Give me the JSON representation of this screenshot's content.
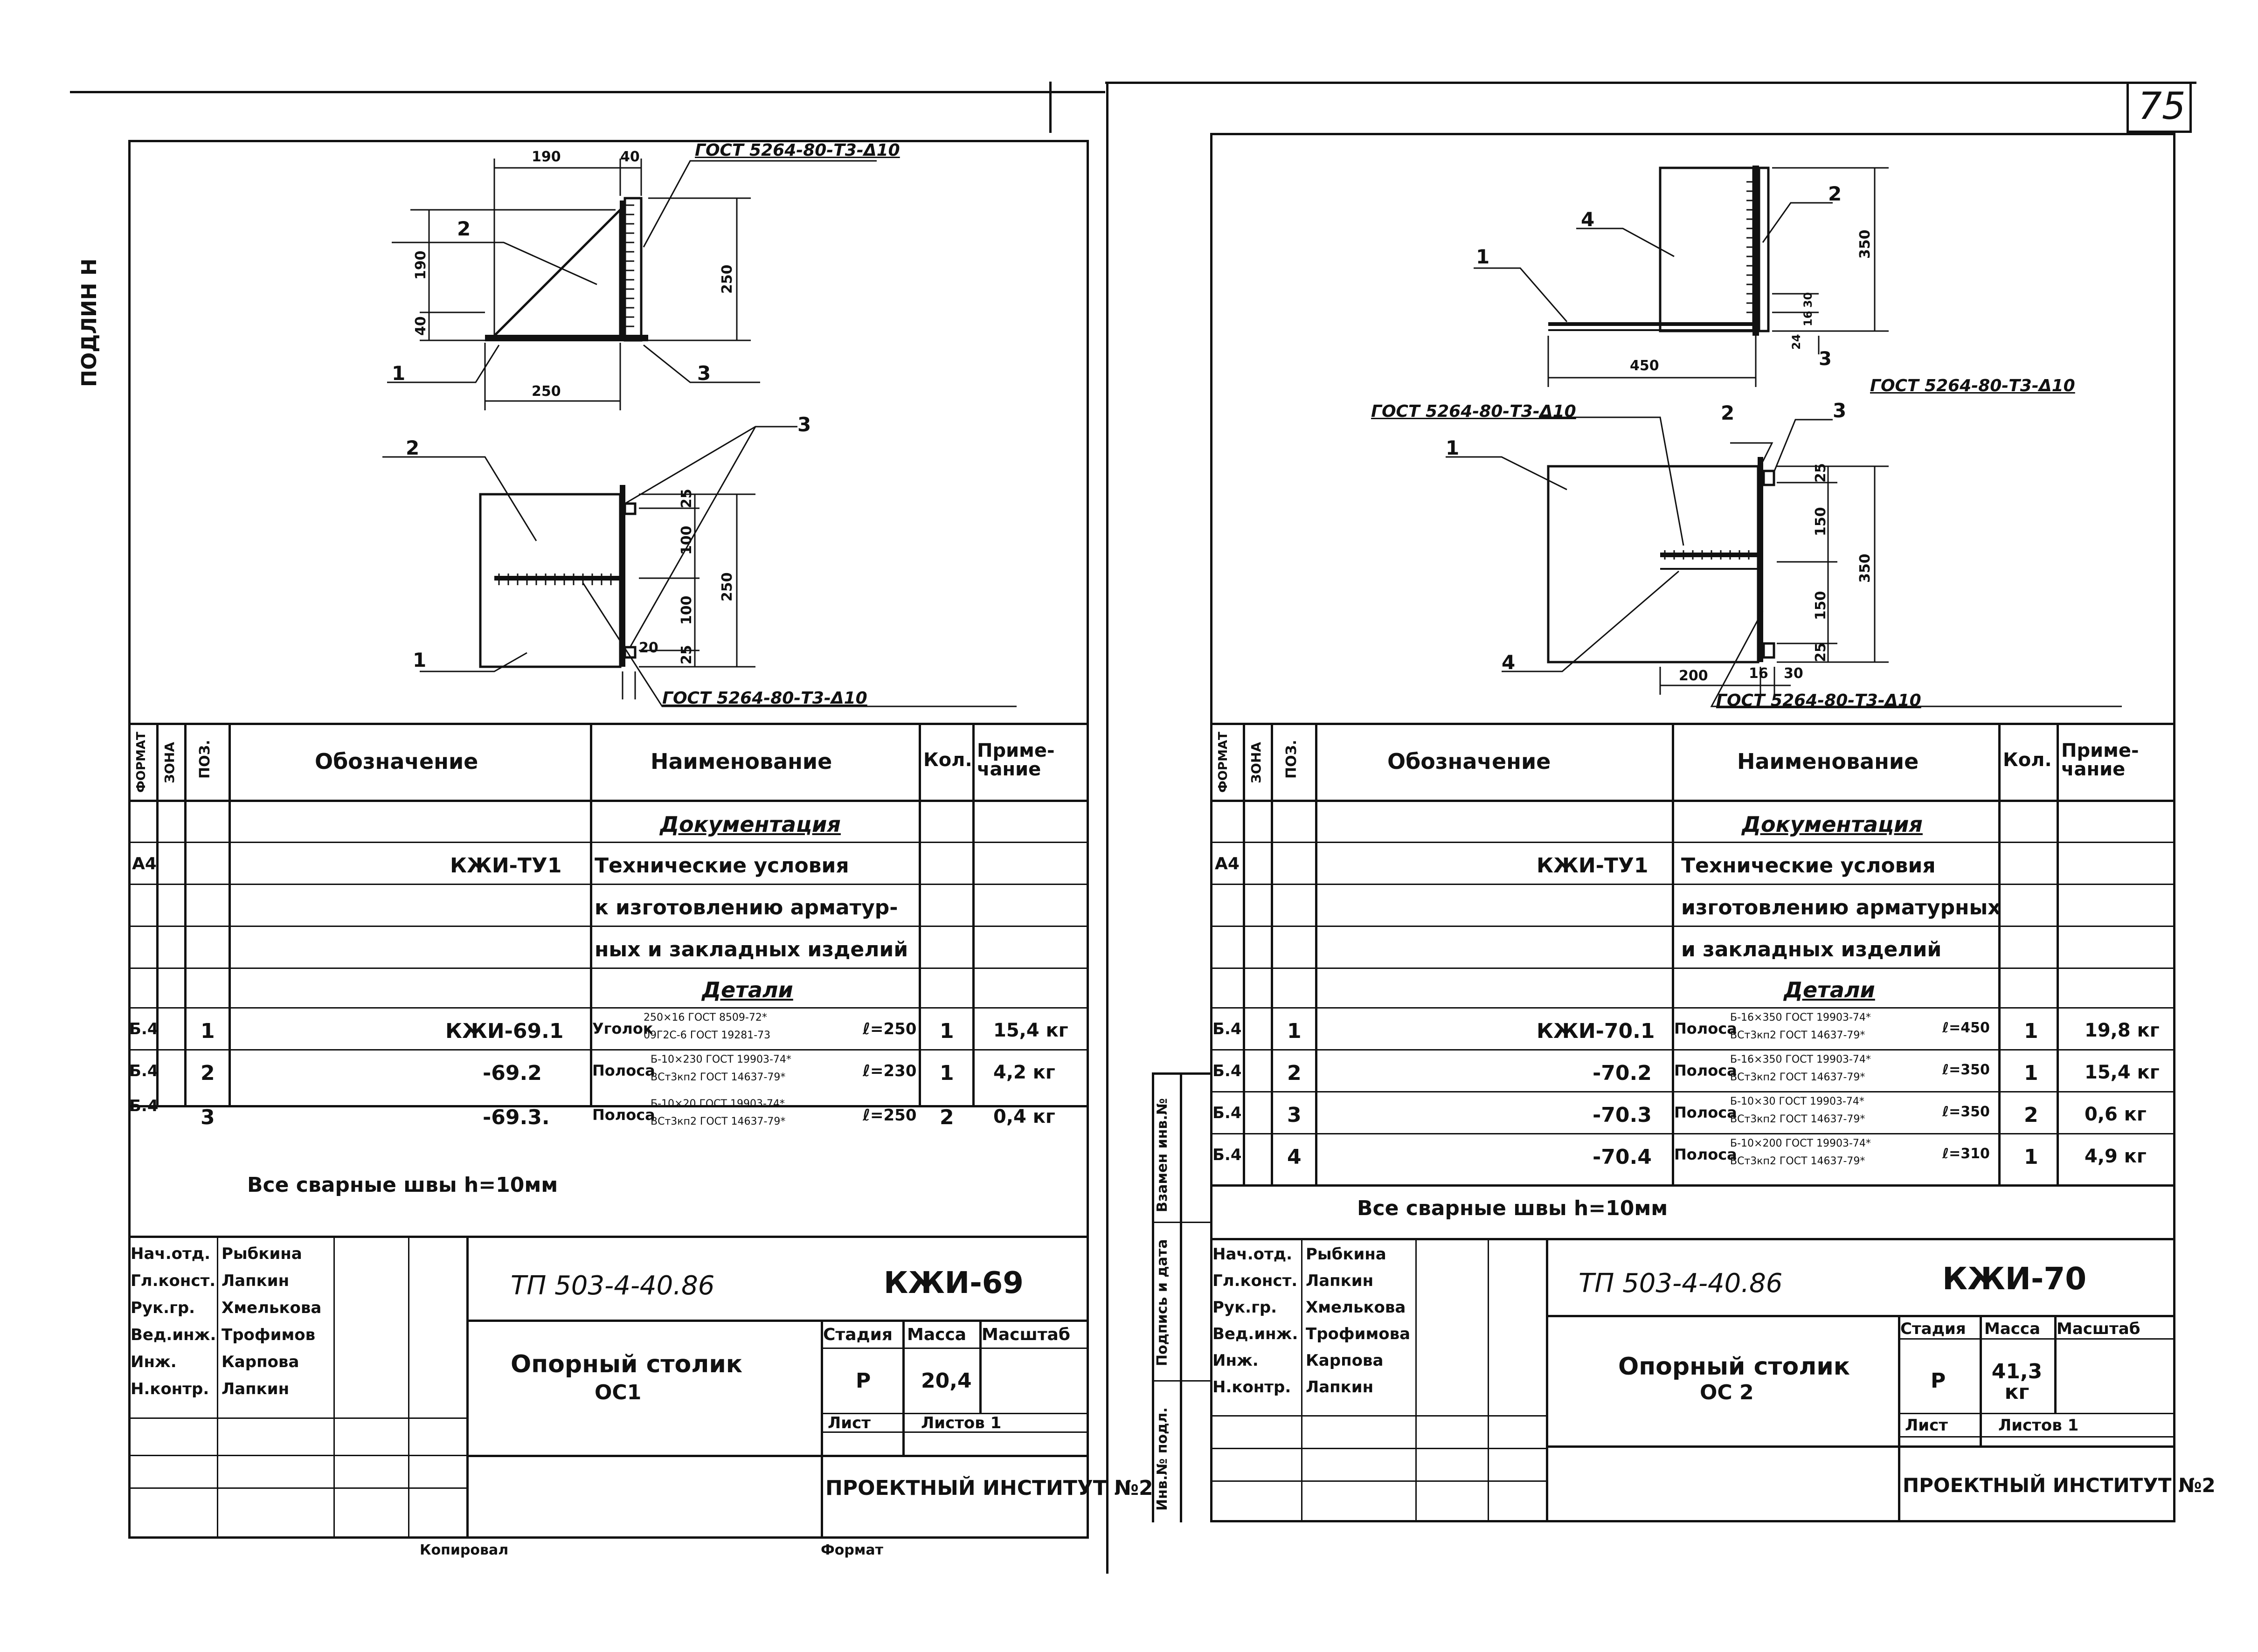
{
  "corner_top_left": "ПОДЛИН Н",
  "sheet_number": "75",
  "left": {
    "dims": {
      "d190a": "190",
      "d40a": "40",
      "d190b": "190",
      "d40b": "40",
      "d250a": "250",
      "d250b": "250",
      "d25a": "25",
      "d100a": "100",
      "d100b": "100",
      "d25b": "25",
      "d250c": "250",
      "d20": "20"
    },
    "weld_top": "ГОСТ 5264-80-Т3-Δ10",
    "weld_bottom": "ГОСТ 5264-80-Т3-Δ10",
    "callouts": {
      "c1a": "1",
      "c2a": "2",
      "c3a": "3",
      "c1b": "1",
      "c2b": "2",
      "c3b": "3"
    },
    "table": {
      "headers": {
        "format": "ФОРМАТ",
        "zone": "ЗОНА",
        "pos": "ПОЗ.",
        "designation": "Обозначение",
        "name": "Наименование",
        "qty": "Кол.",
        "note": "Приме- чание"
      },
      "section_doc": "Документация",
      "rows_doc": [
        {
          "format": "А4",
          "designation": "КЖИ-ТУ1",
          "name": "Технические условия"
        },
        {
          "name": "к изготовлению арматур-"
        },
        {
          "name": "ных и закладных изделий"
        }
      ],
      "section_parts": "Детали",
      "rows_parts": [
        {
          "format": "Б.4",
          "pos": "1",
          "designation": "КЖИ-69.1",
          "name": "Уголок",
          "spec1": "250×16 ГОСТ 8509-72*",
          "spec2": "09Г2С-6 ГОСТ 19281-73",
          "len": "ℓ=250",
          "qty": "1",
          "note": "15,4 кг"
        },
        {
          "format": "Б.4",
          "pos": "2",
          "designation": "-69.2",
          "name": "Полоса",
          "spec1": "Б-10×230 ГОСТ 19903-74*",
          "spec2": "ВСт3кп2 ГОСТ 14637-79*",
          "len": "ℓ=230",
          "qty": "1",
          "note": "4,2 кг"
        },
        {
          "format": "Б.4",
          "pos": "3",
          "designation": "-69.3.",
          "name": "Полоса",
          "spec1": "Б-10×20 ГОСТ 19903-74*",
          "spec2": "ВСт3кп2 ГОСТ 14637-79*",
          "len": "ℓ=250",
          "qty": "2",
          "note": "0,4 кг"
        }
      ]
    },
    "weld_note": "Все сварные швы h=10мм",
    "staff": [
      {
        "role": "Нач.отд.",
        "name": "Рыбкина"
      },
      {
        "role": "Гл.конст.",
        "name": "Лапкин"
      },
      {
        "role": "Рук.гр.",
        "name": "Хмелькова"
      },
      {
        "role": "Вед.инж.",
        "name": "Трофимов"
      },
      {
        "role": "Инж.",
        "name": "Карпова"
      },
      {
        "role": "Н.контр.",
        "name": "Лапкин"
      }
    ],
    "project_code": "ТП 503-4-40.86",
    "doc_code": "КЖИ-69",
    "title": "Опорный столик",
    "subtitle": "ОС1",
    "stage_label": "Стадия",
    "mass_label": "Масса",
    "scale_label": "Масштаб",
    "stage": "Р",
    "mass": "20,4",
    "sheet_label": "Лист",
    "sheets_label": "Листов 1",
    "institute": "ПРОЕКТНЫЙ ИНСТИТУТ №2",
    "footer_copy": "Копировал",
    "footer_format": "Формат"
  },
  "right": {
    "dims": {
      "d350a": "350",
      "d450": "450",
      "d16a": "16",
      "d30a": "30",
      "d24": "24",
      "d25a": "25",
      "d150a": "150",
      "d150b": "150",
      "d25b": "25",
      "d350b": "350",
      "d200": "200",
      "d16b": "16",
      "d30b": "30"
    },
    "weld_top": "ГОСТ 5264-80-Т3-Δ10",
    "weld_left": "ГОСТ 5264-80-Т3-Δ10",
    "weld_bottom": "ГОСТ 5264-80-Т3-Δ10",
    "callouts": {
      "c1a": "1",
      "c2a": "2",
      "c3a": "3",
      "c4a": "4",
      "c1b": "1",
      "c2b": "2",
      "c3b": "3",
      "c4b": "4"
    },
    "side_labels": [
      "Инв.№ подл.",
      "Подпись и дата",
      "Взамен инв.№"
    ],
    "table": {
      "headers": {
        "format": "ФОРМАТ",
        "zone": "ЗОНА",
        "pos": "ПОЗ.",
        "designation": "Обозначение",
        "name": "Наименование",
        "qty": "Кол.",
        "note": "Приме- чание"
      },
      "section_doc": "Документация",
      "rows_doc": [
        {
          "format": "А4",
          "designation": "КЖИ-ТУ1",
          "name": "Технические условия"
        },
        {
          "name": "изготовлению арматурных"
        },
        {
          "name": "и закладных изделий"
        }
      ],
      "section_parts": "Детали",
      "rows_parts": [
        {
          "format": "Б.4",
          "pos": "1",
          "designation": "КЖИ-70.1",
          "name": "Полоса",
          "spec1": "Б-16×350 ГОСТ 19903-74*",
          "spec2": "ВСт3кп2 ГОСТ 14637-79*",
          "len": "ℓ=450",
          "qty": "1",
          "note": "19,8 кг"
        },
        {
          "format": "Б.4",
          "pos": "2",
          "designation": "-70.2",
          "name": "Полоса",
          "spec1": "Б-16×350 ГОСТ 19903-74*",
          "spec2": "ВСт3кп2 ГОСТ 14637-79*",
          "len": "ℓ=350",
          "qty": "1",
          "note": "15,4 кг"
        },
        {
          "format": "Б.4",
          "pos": "3",
          "designation": "-70.3",
          "name": "Полоса",
          "spec1": "Б-10×30 ГОСТ 19903-74*",
          "spec2": "ВСт3кп2 ГОСТ 14637-79*",
          "len": "ℓ=350",
          "qty": "2",
          "note": "0,6 кг"
        },
        {
          "format": "Б.4",
          "pos": "4",
          "designation": "-70.4",
          "name": "Полоса",
          "spec1": "Б-10×200 ГОСТ 19903-74*",
          "spec2": "ВСт3кп2 ГОСТ 14637-79*",
          "len": "ℓ=310",
          "qty": "1",
          "note": "4,9 кг"
        }
      ]
    },
    "weld_note": "Все сварные швы h=10мм",
    "staff": [
      {
        "role": "Нач.отд.",
        "name": "Рыбкина"
      },
      {
        "role": "Гл.конст.",
        "name": "Лапкин"
      },
      {
        "role": "Рук.гр.",
        "name": "Хмелькова"
      },
      {
        "role": "Вед.инж.",
        "name": "Трофимова"
      },
      {
        "role": "Инж.",
        "name": "Карпова"
      },
      {
        "role": "Н.контр.",
        "name": "Лапкин"
      }
    ],
    "project_code": "ТП 503-4-40.86",
    "doc_code": "КЖИ-70",
    "title": "Опорный столик",
    "subtitle": "ОС 2",
    "stage_label": "Стадия",
    "mass_label": "Масса",
    "scale_label": "Масштаб",
    "stage": "Р",
    "mass": "41,3 кг",
    "sheet_label": "Лист",
    "sheets_label": "Листов 1",
    "institute": "ПРОЕКТНЫЙ ИНСТИТУТ №2"
  }
}
